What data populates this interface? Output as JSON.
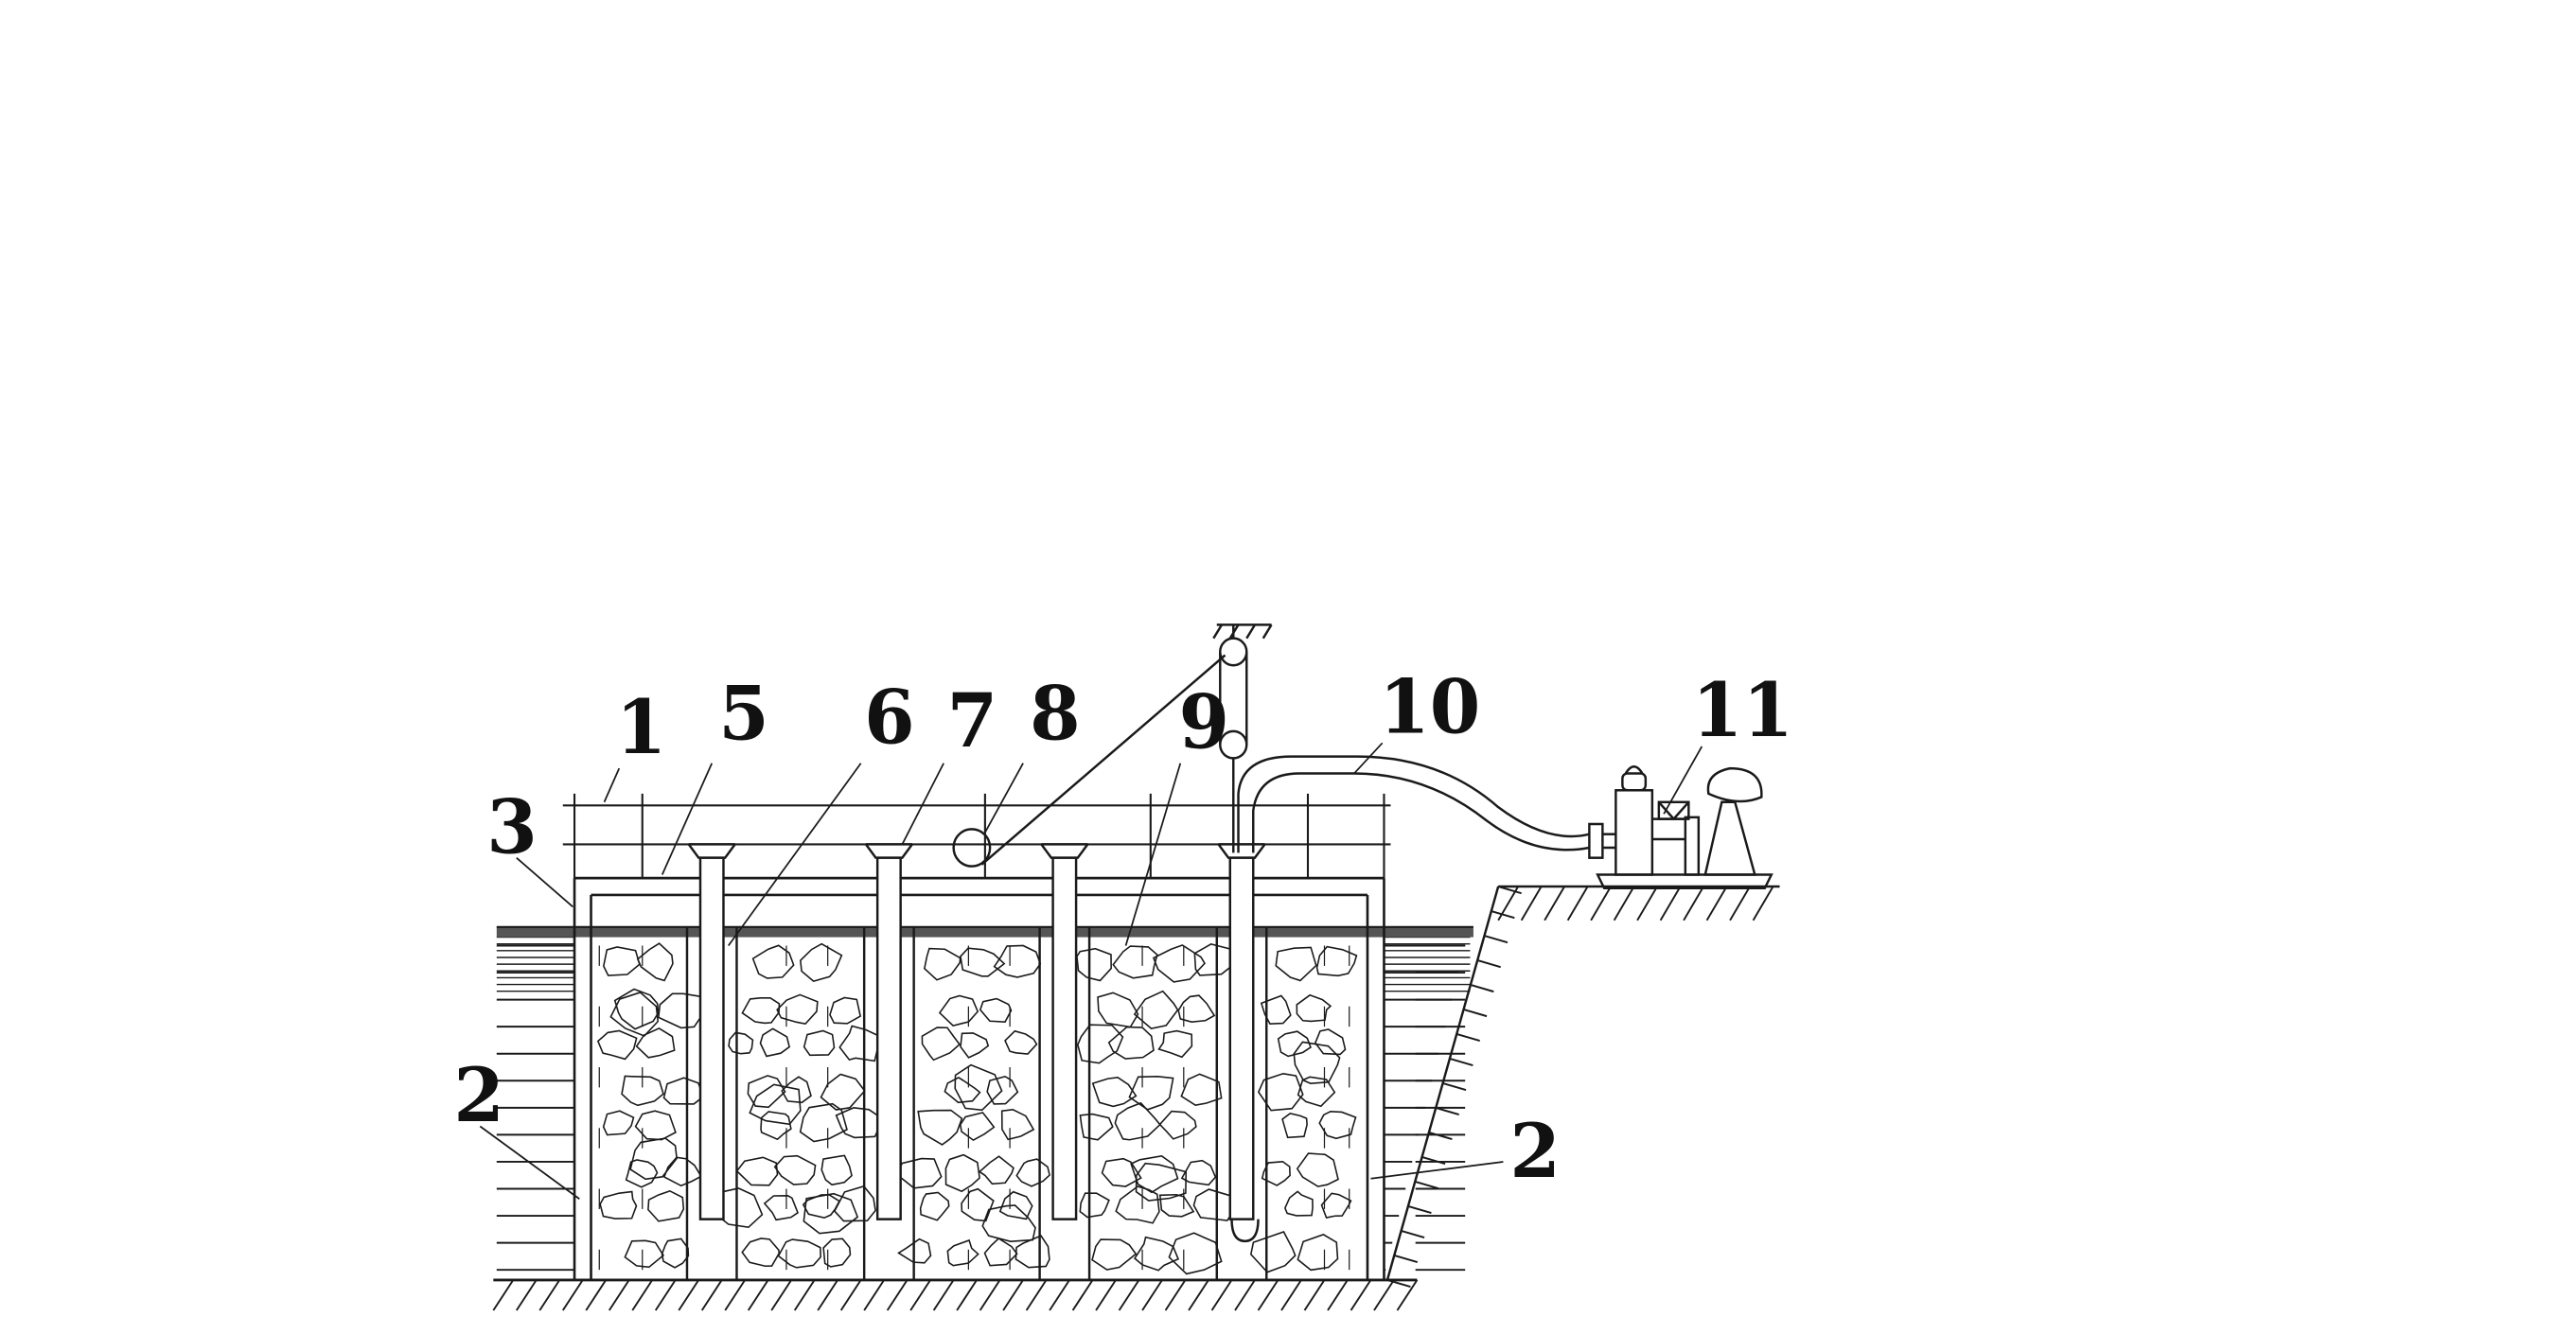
{
  "figure": {
    "callouts": [
      {
        "id": "c1",
        "text": "1"
      },
      {
        "id": "c5",
        "text": "5"
      },
      {
        "id": "c6",
        "text": "6"
      },
      {
        "id": "c7",
        "text": "7"
      },
      {
        "id": "c8",
        "text": "8"
      },
      {
        "id": "c9",
        "text": "9"
      },
      {
        "id": "c10",
        "text": "10"
      },
      {
        "id": "c11",
        "text": "11"
      },
      {
        "id": "c3",
        "text": "3"
      },
      {
        "id": "c2a",
        "text": "2"
      },
      {
        "id": "c2b",
        "text": "2"
      }
    ]
  }
}
